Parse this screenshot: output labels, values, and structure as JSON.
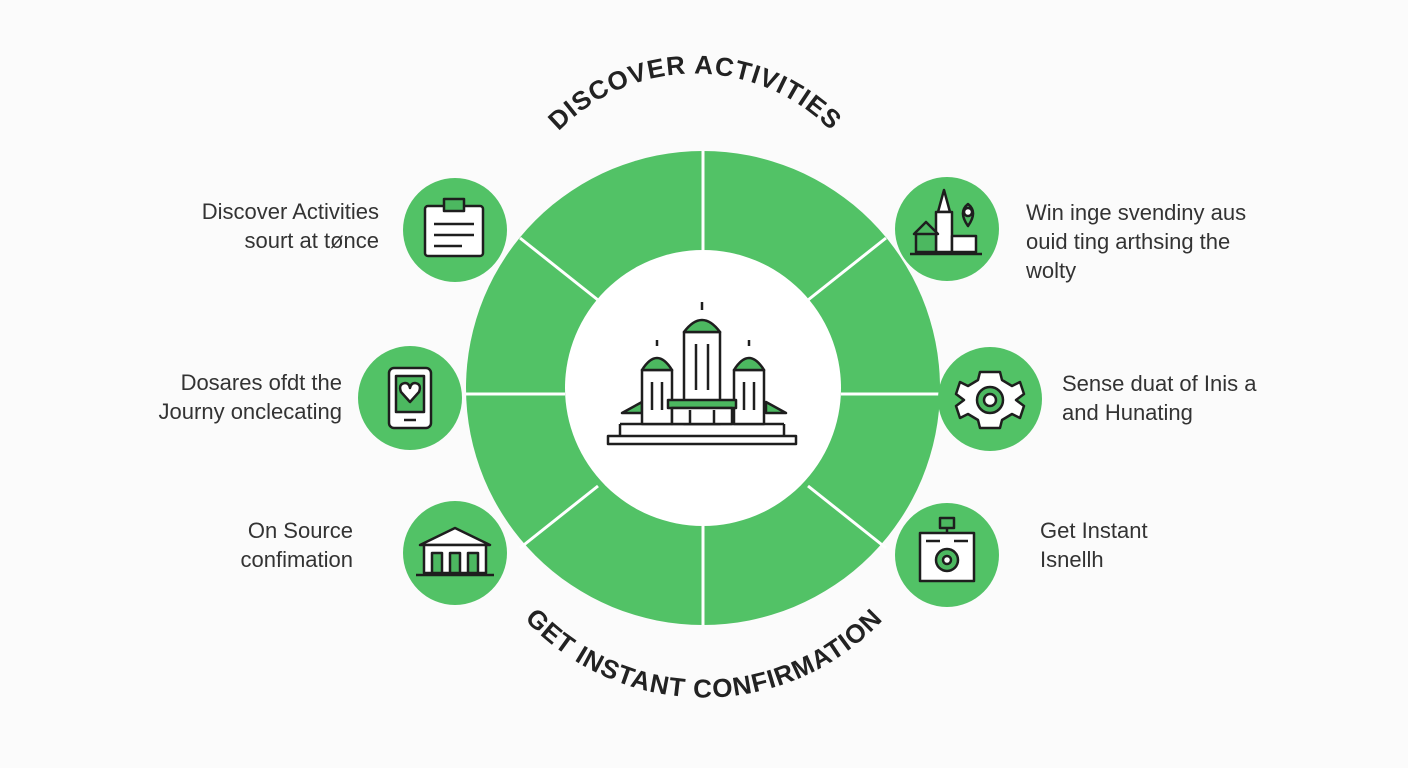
{
  "diagram": {
    "top_title": "DISCOVER ACTIVITIES",
    "bottom_title": "GET INSTANT CONFIRMATION",
    "colors": {
      "ring_green": "#52c266",
      "accent_green": "#4cb860",
      "outline": "#1e1e1e",
      "background": "#fbfbfb"
    },
    "center_icon": "building-complex-icon",
    "items": [
      {
        "side": "left",
        "icon": "clipboard-icon",
        "lines": [
          "Discover Activities",
          "sourt at tønce"
        ]
      },
      {
        "side": "left",
        "icon": "tablet-heart-icon",
        "lines": [
          "Dosares ofdt the",
          "Journy onclecating"
        ]
      },
      {
        "side": "left",
        "icon": "townhall-icon",
        "lines": [
          "On Source",
          "confimation"
        ]
      },
      {
        "side": "right",
        "icon": "city-location-icon",
        "lines": [
          "Win inge svendiny aus",
          "ouid ting arthsing the",
          "wolty"
        ]
      },
      {
        "side": "right",
        "icon": "gear-target-icon",
        "lines": [
          "Sense duat of Inis a",
          "and Hunating"
        ]
      },
      {
        "side": "right",
        "icon": "certificate-icon",
        "lines": [
          "Get Instant",
          "Isnellh"
        ]
      }
    ]
  }
}
